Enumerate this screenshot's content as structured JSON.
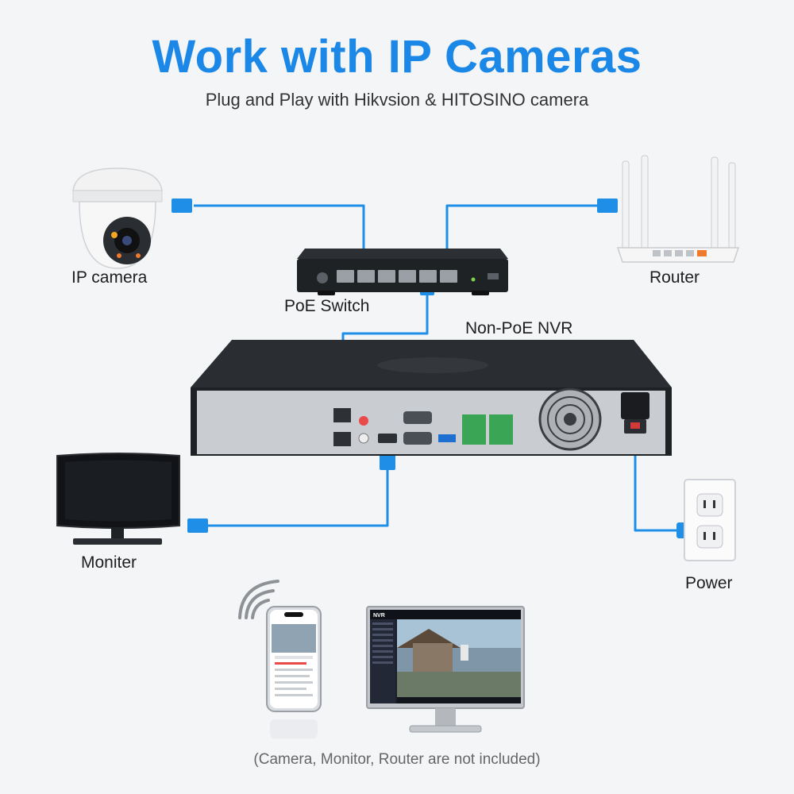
{
  "header": {
    "title": "Work with IP Cameras",
    "subtitle": "Plug and Play with Hikvsion & HITOSINO camera"
  },
  "devices": {
    "camera": "IP camera",
    "switch": "PoE Switch",
    "nvr": "Non-PoE NVR",
    "router": "Router",
    "monitor": "Moniter",
    "power": "Power"
  },
  "screens": {
    "nvr_menu_title": "NVR"
  },
  "footnote": "(Camera, Monitor, Router are not included)",
  "colors": {
    "title": "#1b87e6",
    "cable": "#1e8ee6",
    "device_dark": "#1f2225",
    "panel_metal": "#c9ccd0",
    "terminal_green": "#3aa655"
  }
}
